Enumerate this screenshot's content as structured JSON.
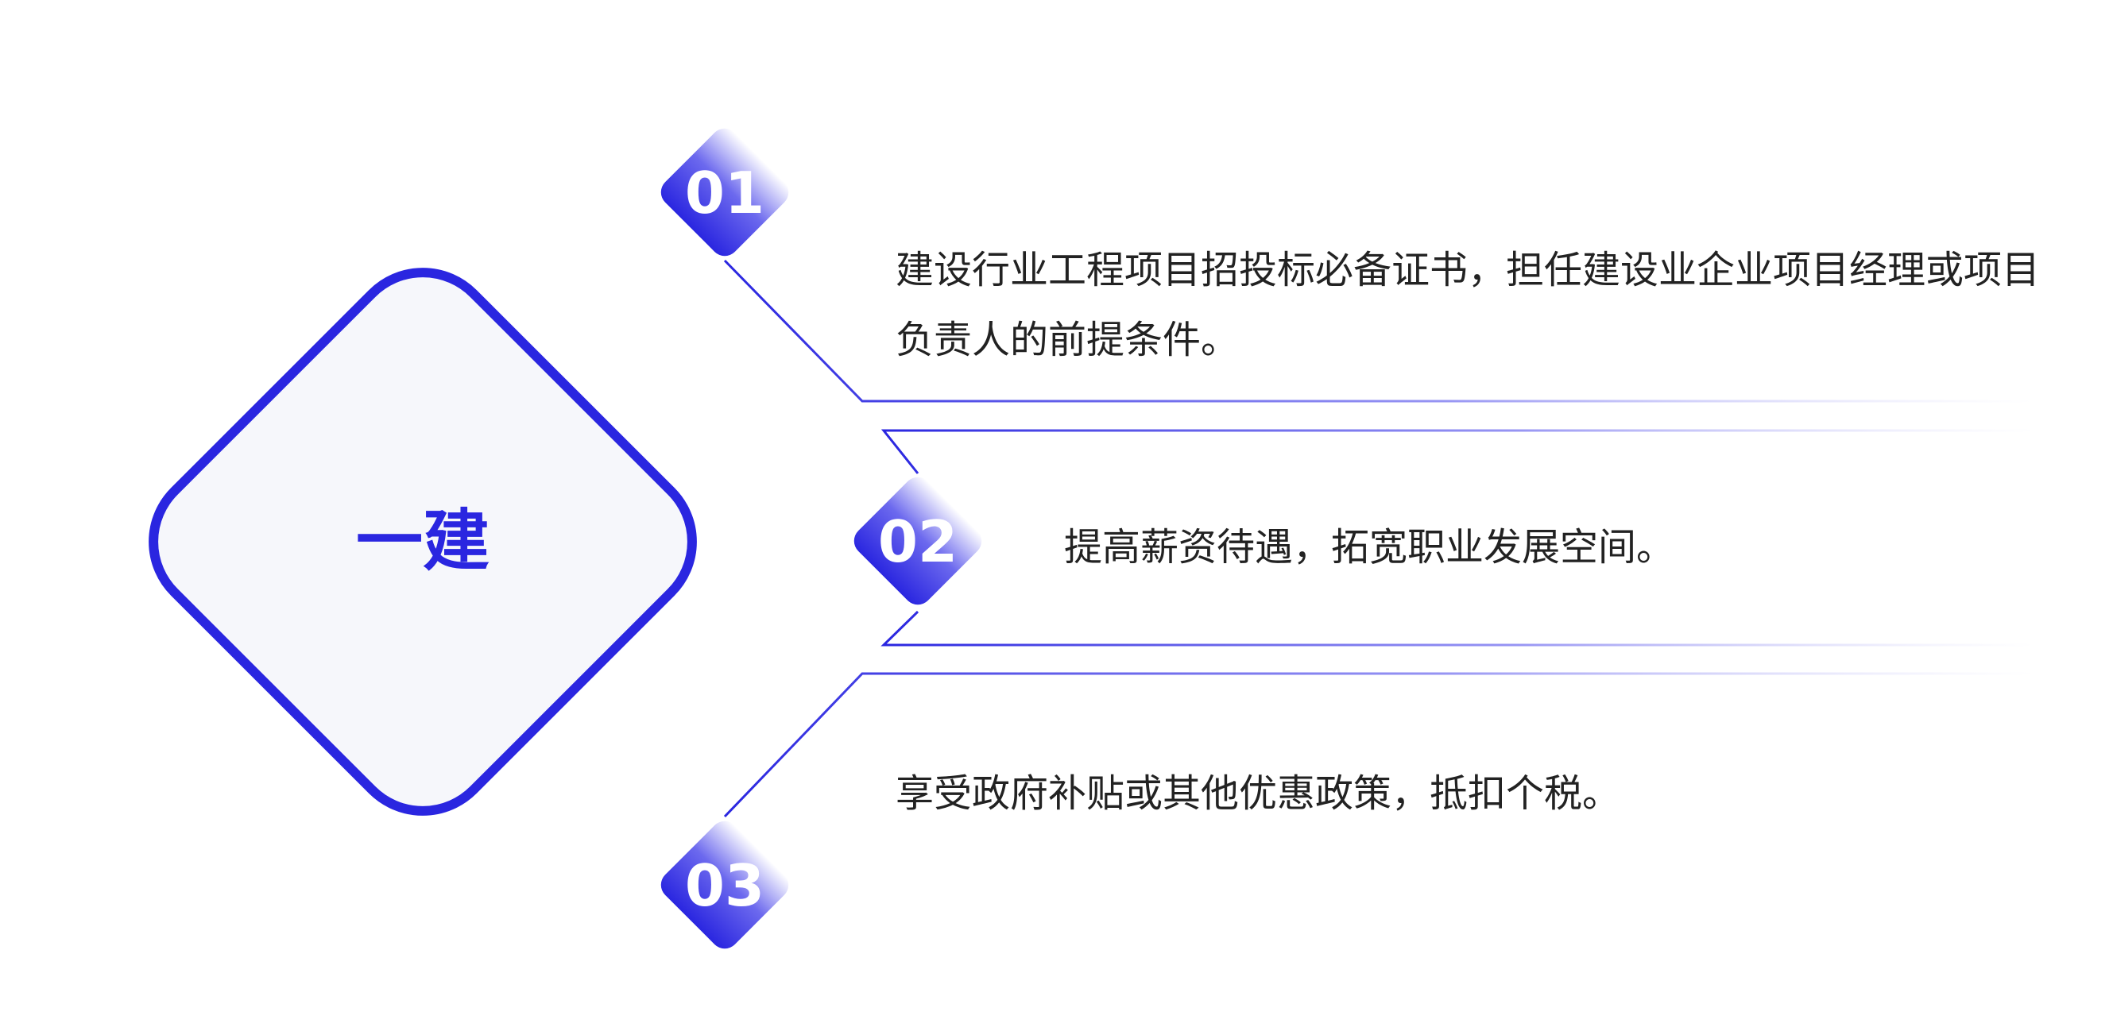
{
  "title": "一建",
  "colors": {
    "accent": "#2a26e0",
    "accent_light": "#ffffff",
    "background_shape": "#f6f7fb",
    "text": "#222222"
  },
  "items": [
    {
      "number": "01",
      "text": "建设行业工程项目招投标必备证书，担任建设业企业项目经理或项目负责人的前提条件。"
    },
    {
      "number": "02",
      "text": "提高薪资待遇，拓宽职业发展空间。"
    },
    {
      "number": "03",
      "text": "享受政府补贴或其他优惠政策，抵扣个税。"
    }
  ]
}
